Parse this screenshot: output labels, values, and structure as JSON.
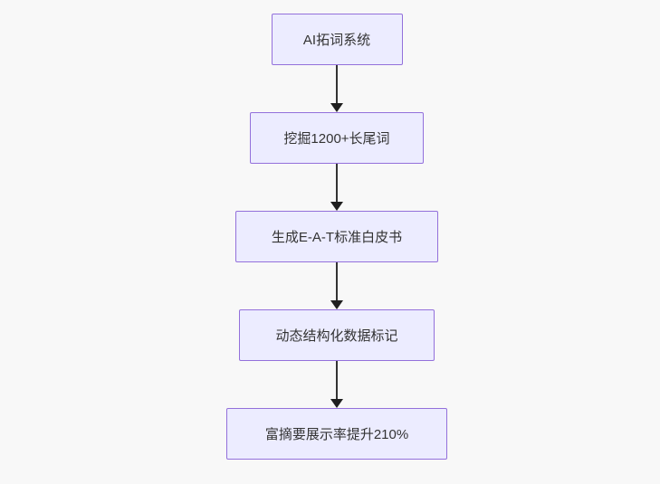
{
  "diagram": {
    "type": "flowchart",
    "direction": "top-down",
    "colors": {
      "background": "#f8f8f8",
      "node_fill": "#ECECFF",
      "node_border": "#9370DB",
      "node_text": "#333333",
      "arrow": "#333333"
    },
    "nodes": [
      {
        "id": "step1",
        "label": "AI拓词系统"
      },
      {
        "id": "step2",
        "label": "挖掘1200+长尾词"
      },
      {
        "id": "step3",
        "label": "生成E-A-T标准白皮书"
      },
      {
        "id": "step4",
        "label": "动态结构化数据标记"
      },
      {
        "id": "step5",
        "label": "富摘要展示率提升210%"
      }
    ],
    "edges": [
      {
        "from": "step1",
        "to": "step2"
      },
      {
        "from": "step2",
        "to": "step3"
      },
      {
        "from": "step3",
        "to": "step4"
      },
      {
        "from": "step4",
        "to": "step5"
      }
    ]
  }
}
